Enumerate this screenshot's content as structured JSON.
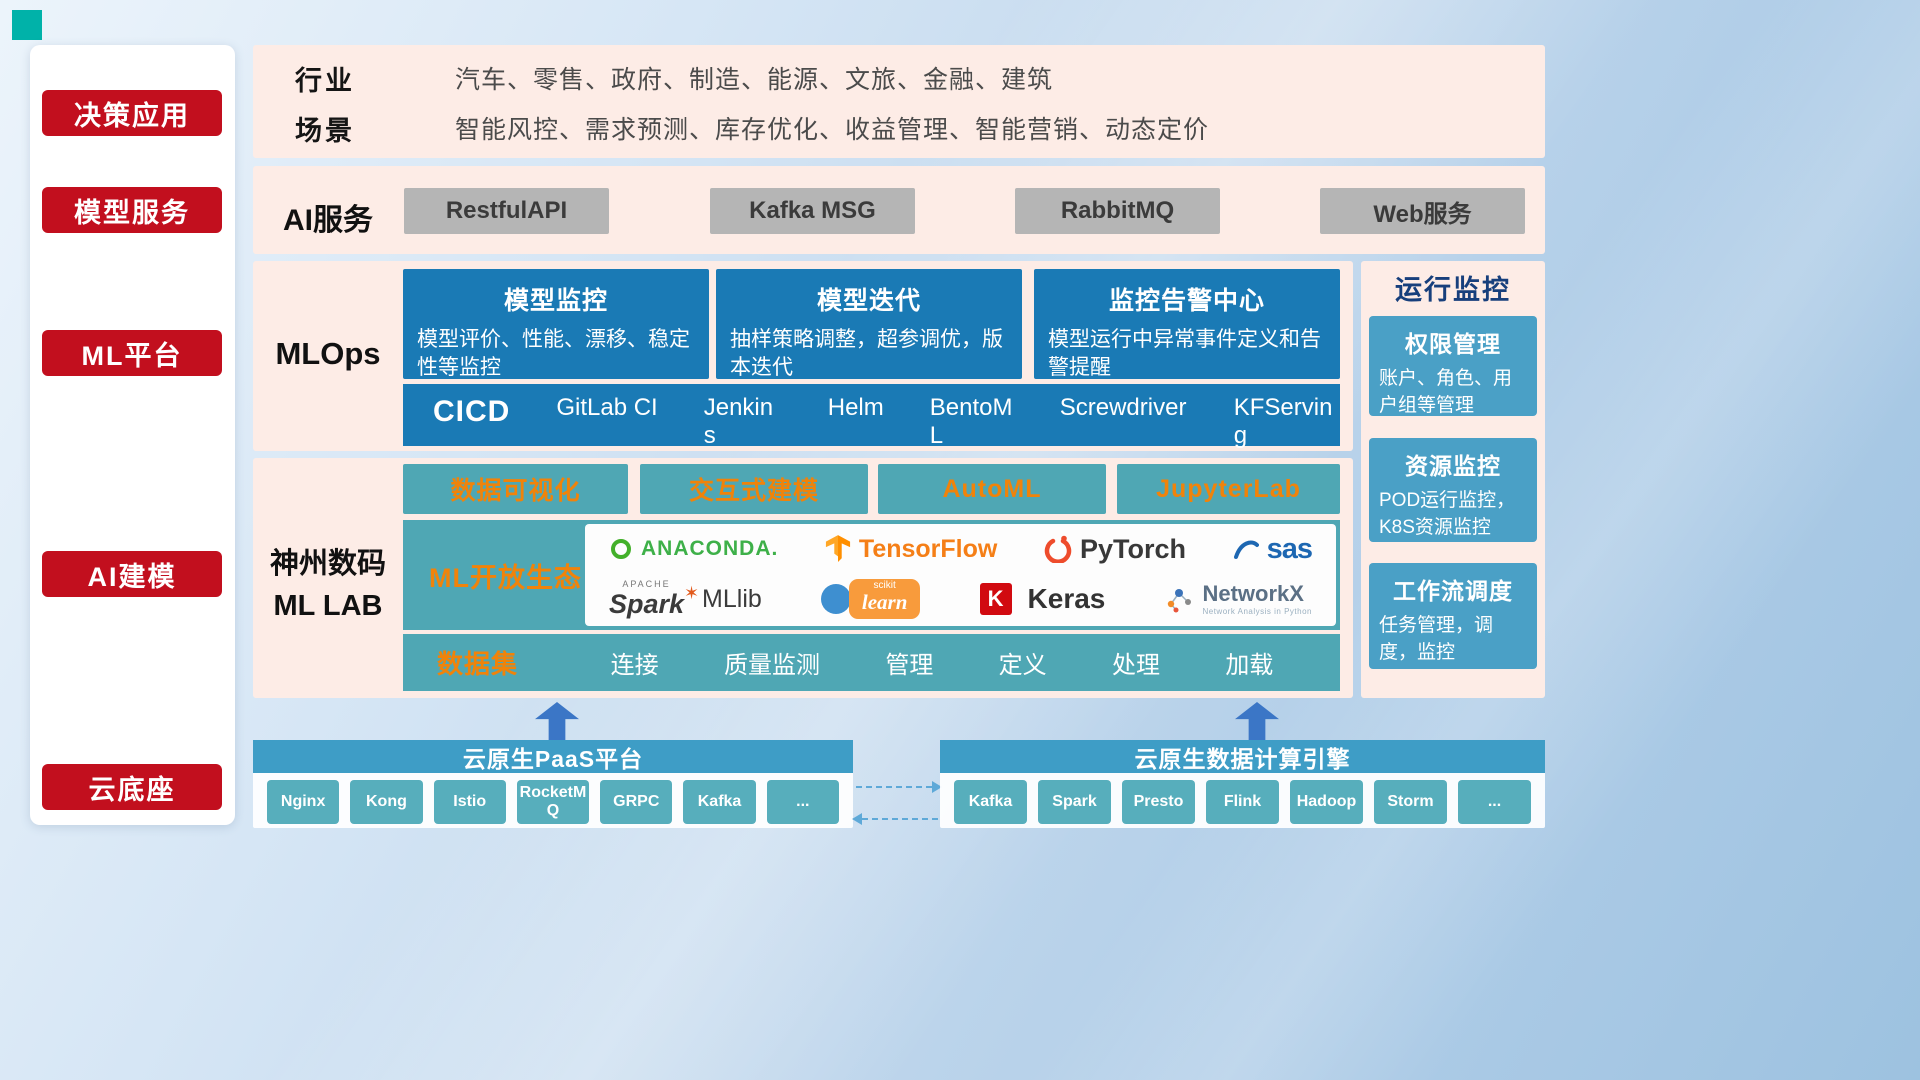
{
  "colors": {
    "badge_red": "#c20f1e",
    "panel_pink": "#fdece6",
    "card_blue": "#1a7ab5",
    "teal": "#4fa7b4",
    "accent_orange": "#f0830a",
    "chip_teal": "#57aebc",
    "header_blue": "#3e9dc6"
  },
  "sidebar": {
    "items": [
      {
        "label": "决策应用"
      },
      {
        "label": "模型服务"
      },
      {
        "label": "ML平台"
      },
      {
        "label": "AI建模"
      },
      {
        "label": "云底座"
      }
    ]
  },
  "overview": {
    "rows": [
      {
        "label": "行业",
        "value": "汽车、零售、政府、制造、能源、文旅、金融、建筑"
      },
      {
        "label": "场景",
        "value": "智能风控、需求预测、库存优化、收益管理、智能营销、动态定价"
      }
    ]
  },
  "ai_service": {
    "label": "AI服务",
    "buttons": [
      {
        "label": "RestfulAPI"
      },
      {
        "label": "Kafka MSG"
      },
      {
        "label": "RabbitMQ"
      },
      {
        "label": "Web服务"
      }
    ]
  },
  "mlops": {
    "label": "MLOps",
    "cards": [
      {
        "title": "模型监控",
        "desc": "模型评价、性能、漂移、稳定性等监控"
      },
      {
        "title": "模型迭代",
        "desc": "抽样策略调整，超参调优，版本迭代"
      },
      {
        "title": "监控告警中心",
        "desc": "模型运行中异常事件定义和告警提醒"
      }
    ],
    "cicd": {
      "label": "CICD",
      "tools": [
        {
          "label": "GitLab CI"
        },
        {
          "label": "Jenkins"
        },
        {
          "label": "Helm"
        },
        {
          "label": "BentoML"
        },
        {
          "label": "Screwdriver"
        },
        {
          "label": "KFServing"
        }
      ]
    }
  },
  "monitoring": {
    "title": "运行监控",
    "cards": [
      {
        "title": "权限管理",
        "desc": "账户、角色、用户组等管理"
      },
      {
        "title": "资源监控",
        "desc": "POD运行监控，K8S资源监控"
      },
      {
        "title": "工作流调度",
        "desc": "任务管理，调度，监控"
      }
    ]
  },
  "mllab": {
    "label_line1": "神州数码",
    "label_line2": "ML LAB",
    "tools": [
      {
        "label": "数据可视化"
      },
      {
        "label": "交互式建模"
      },
      {
        "label": "AutoML"
      },
      {
        "label": "JupyterLab"
      }
    ],
    "ecosystem": {
      "label": "ML开放生态",
      "logos": [
        {
          "name": "ANACONDA."
        },
        {
          "name": "TensorFlow"
        },
        {
          "name": "PyTorch"
        },
        {
          "name": "sas"
        },
        {
          "apache": "APACHE",
          "name": "Spark",
          "suffix": "MLlib"
        },
        {
          "top": "scikit",
          "name": "learn"
        },
        {
          "k": "K",
          "name": "Keras"
        },
        {
          "name": "NetworkX",
          "subtitle": "Network Analysis in Python"
        }
      ]
    },
    "dataset": {
      "label": "数据集",
      "items": [
        {
          "label": "连接"
        },
        {
          "label": "质量监测"
        },
        {
          "label": "管理"
        },
        {
          "label": "定义"
        },
        {
          "label": "处理"
        },
        {
          "label": "加载"
        }
      ]
    }
  },
  "cloud": {
    "paas": {
      "title": "云原生PaaS平台",
      "chips": [
        {
          "label": "Nginx"
        },
        {
          "label": "Kong"
        },
        {
          "label": "Istio"
        },
        {
          "label": "RocketMQ"
        },
        {
          "label": "GRPC"
        },
        {
          "label": "Kafka"
        },
        {
          "label": "..."
        }
      ]
    },
    "engine": {
      "title": "云原生数据计算引擎",
      "chips": [
        {
          "label": "Kafka"
        },
        {
          "label": "Spark"
        },
        {
          "label": "Presto"
        },
        {
          "label": "Flink"
        },
        {
          "label": "Hadoop"
        },
        {
          "label": "Storm"
        },
        {
          "label": "..."
        }
      ]
    }
  }
}
